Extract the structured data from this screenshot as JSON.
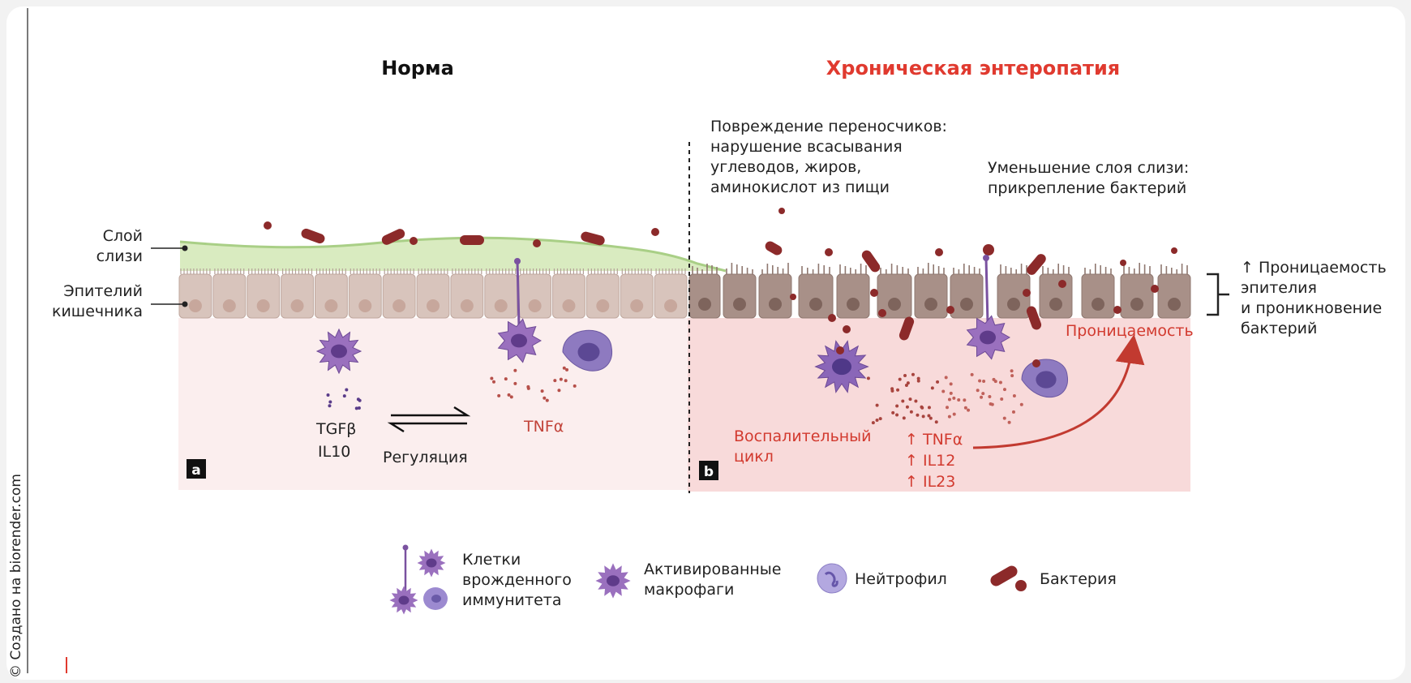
{
  "credit": "© Создано на biorender.com",
  "panels": {
    "normal": {
      "title": "Норма",
      "letter": "a",
      "color": "#111111"
    },
    "disease": {
      "title": "Хроническая энтеропатия",
      "letter": "b",
      "color": "#e03a2f"
    }
  },
  "layer_labels": {
    "mucus": [
      "Слой",
      "слизи"
    ],
    "epithelium": [
      "Эпителий",
      "кишечника"
    ]
  },
  "annotations": {
    "transporters": [
      "Повреждение переносчиков:",
      "нарушение всасывания",
      "углеводов, жиров,",
      "аминокислот из пищи"
    ],
    "mucus_reduction": [
      "Уменьшение слоя слизи:",
      "прикрепление бактерий"
    ],
    "permeability_side": [
      "↑ Проницаемость",
      "эпителия",
      "и проникновение",
      "бактерий"
    ],
    "permeability": "Проницаемость",
    "inflammatory_cycle": [
      "Воспалительный",
      "цикл"
    ],
    "cytokines_up": [
      "↑ TNFα",
      "↑ IL12",
      "↑ IL23"
    ],
    "tgf": "TGFβ",
    "il10": "IL10",
    "regulation": "Регуляция",
    "tnf": "TNFα"
  },
  "legend": {
    "innate": [
      "Клетки",
      "врожденного",
      "иммунитета"
    ],
    "macrophages": [
      "Активированные",
      "макрофаги"
    ],
    "neutrophil": "Нейтрофил",
    "bacteria": "Бактерия"
  },
  "colors": {
    "mucus": "#d9ebc0",
    "epithelium": "#d8c4bc",
    "epithelium_damaged": "#a89088",
    "lamina_normal": "#fbeeee",
    "lamina_disease": "#f8dada",
    "bacteria": "#8c2a2a",
    "immune": "#8d63b0",
    "accent_red": "#d23a2f"
  }
}
